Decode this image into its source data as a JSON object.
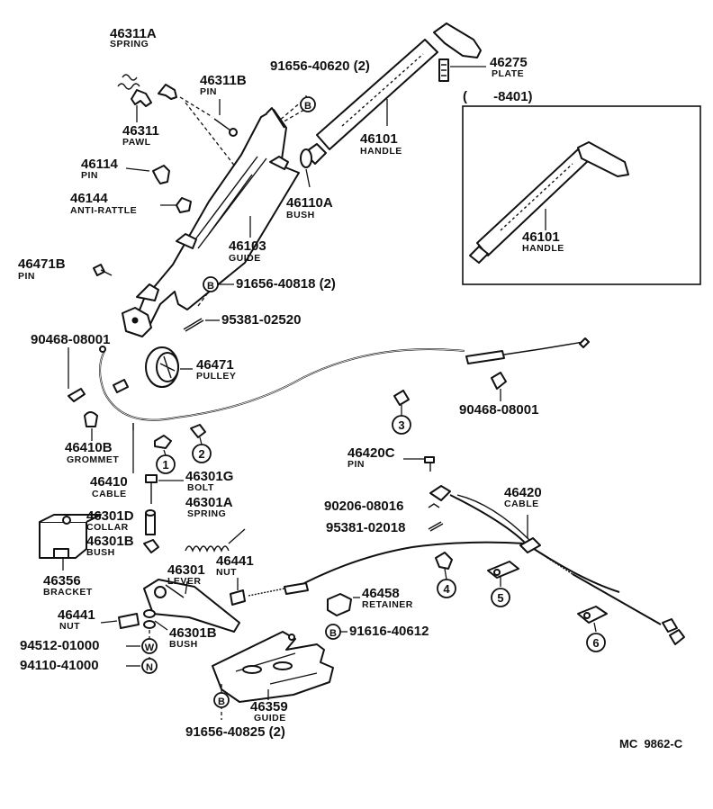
{
  "labels": {
    "p46311a": {
      "num": "46311A",
      "name": "SPRING"
    },
    "p46311b": {
      "num": "46311B",
      "name": "PIN"
    },
    "p46311": {
      "num": "46311",
      "name": "PAWL"
    },
    "p46114": {
      "num": "46114",
      "name": "PIN"
    },
    "p46144": {
      "num": "46144",
      "name": "ANTI-RATTLE"
    },
    "p46103": {
      "num": "46103",
      "name": "GUIDE"
    },
    "p46471b": {
      "num": "46471B",
      "name": "PIN"
    },
    "p46275": {
      "num": "46275",
      "name": "PLATE"
    },
    "p46101": {
      "num": "46101",
      "name": "HANDLE"
    },
    "p46101b": {
      "num": "46101",
      "name": "HANDLE"
    },
    "p46110a": {
      "num": "46110A",
      "name": "BUSH"
    },
    "p46471": {
      "num": "46471",
      "name": "PULLEY"
    },
    "p46410b": {
      "num": "46410B",
      "name": "GROMMET"
    },
    "p46410": {
      "num": "46410",
      "name": "CABLE"
    },
    "p46301g": {
      "num": "46301G",
      "name": "BOLT"
    },
    "p46301a": {
      "num": "46301A",
      "name": "SPRING"
    },
    "p46301d": {
      "num": "46301D",
      "name": "COLLAR"
    },
    "p46301b": {
      "num": "46301B",
      "name": "BUSH"
    },
    "p46356": {
      "num": "46356",
      "name": "BRACKET"
    },
    "p46301": {
      "num": "46301",
      "name": "LEVER"
    },
    "p46441": {
      "num": "46441",
      "name": "NUT"
    },
    "p46441b": {
      "num": "46441",
      "name": "NUT"
    },
    "p46301b2": {
      "num": "46301B",
      "name": "BUSH"
    },
    "p46420c": {
      "num": "46420C",
      "name": "PIN"
    },
    "p46420": {
      "num": "46420",
      "name": "CABLE"
    },
    "p46458": {
      "num": "46458",
      "name": "RETAINER"
    },
    "p46359": {
      "num": "46359",
      "name": "GUIDE"
    }
  },
  "refs": {
    "r9165640620": "91656-40620 (2)",
    "r9165640818": "91656-40818 (2)",
    "r9538102520": "95381-02520",
    "r9046808001a": "90468-08001",
    "r9046808001b": "90468-08001",
    "r9020608016": "90206-08016",
    "r9538102018": "95381-02018",
    "r9161640612": "91616-40612",
    "r9451201000": "94512-01000",
    "r9411041000": "94110-41000",
    "r9165640825": "91656-40825 (2)"
  },
  "inset": {
    "range": "(       -8401)"
  },
  "markers": {
    "b": "B",
    "w": "W",
    "n": "N"
  },
  "callouts": [
    "1",
    "2",
    "3",
    "4",
    "5",
    "6"
  ],
  "footer": {
    "code": "MC  9862-C"
  }
}
